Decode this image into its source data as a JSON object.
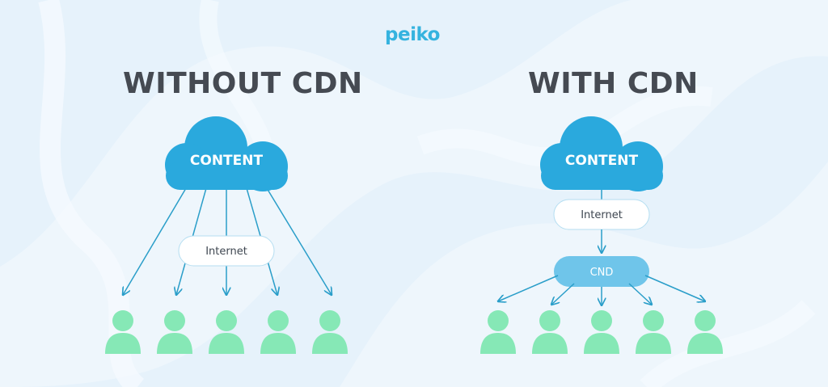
{
  "brand": {
    "logo": "peiko"
  },
  "left": {
    "title": "WITHOUT CDN",
    "cloud_label": "CONTENT",
    "internet_label": "Internet",
    "user_count": 5
  },
  "right": {
    "title": "WITH CDN",
    "cloud_label": "CONTENT",
    "internet_label": "Internet",
    "cdn_label": "CND",
    "user_count": 5
  },
  "colors": {
    "background": "#e6f2fb",
    "cloud": "#2aa9dd",
    "arrow": "#2a9ec9",
    "user": "#86e8b6",
    "cdn_pill": "#6fc5ea",
    "heading": "#454a52",
    "brand": "#35b3df"
  },
  "icons": [
    "cloud-icon",
    "user-icon",
    "arrow-icon"
  ]
}
